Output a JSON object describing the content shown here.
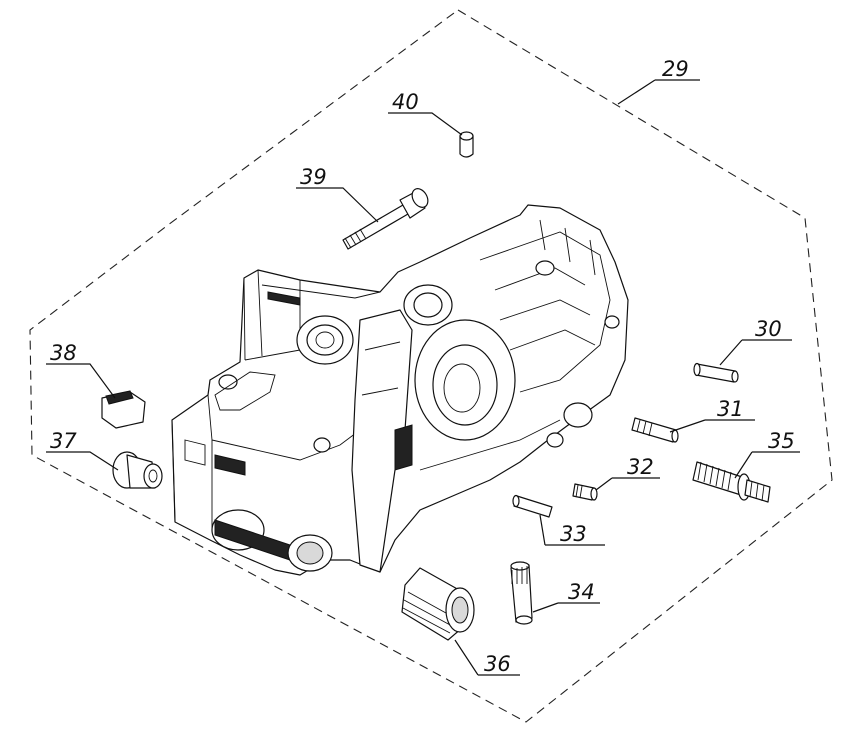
{
  "diagram": {
    "callouts": [
      {
        "id": "29",
        "label": "29"
      },
      {
        "id": "30",
        "label": "30"
      },
      {
        "id": "31",
        "label": "31"
      },
      {
        "id": "32",
        "label": "32"
      },
      {
        "id": "33",
        "label": "33"
      },
      {
        "id": "34",
        "label": "34"
      },
      {
        "id": "35",
        "label": "35"
      },
      {
        "id": "36",
        "label": "36"
      },
      {
        "id": "37",
        "label": "37"
      },
      {
        "id": "38",
        "label": "38"
      },
      {
        "id": "39",
        "label": "39"
      },
      {
        "id": "40",
        "label": "40"
      }
    ]
  }
}
